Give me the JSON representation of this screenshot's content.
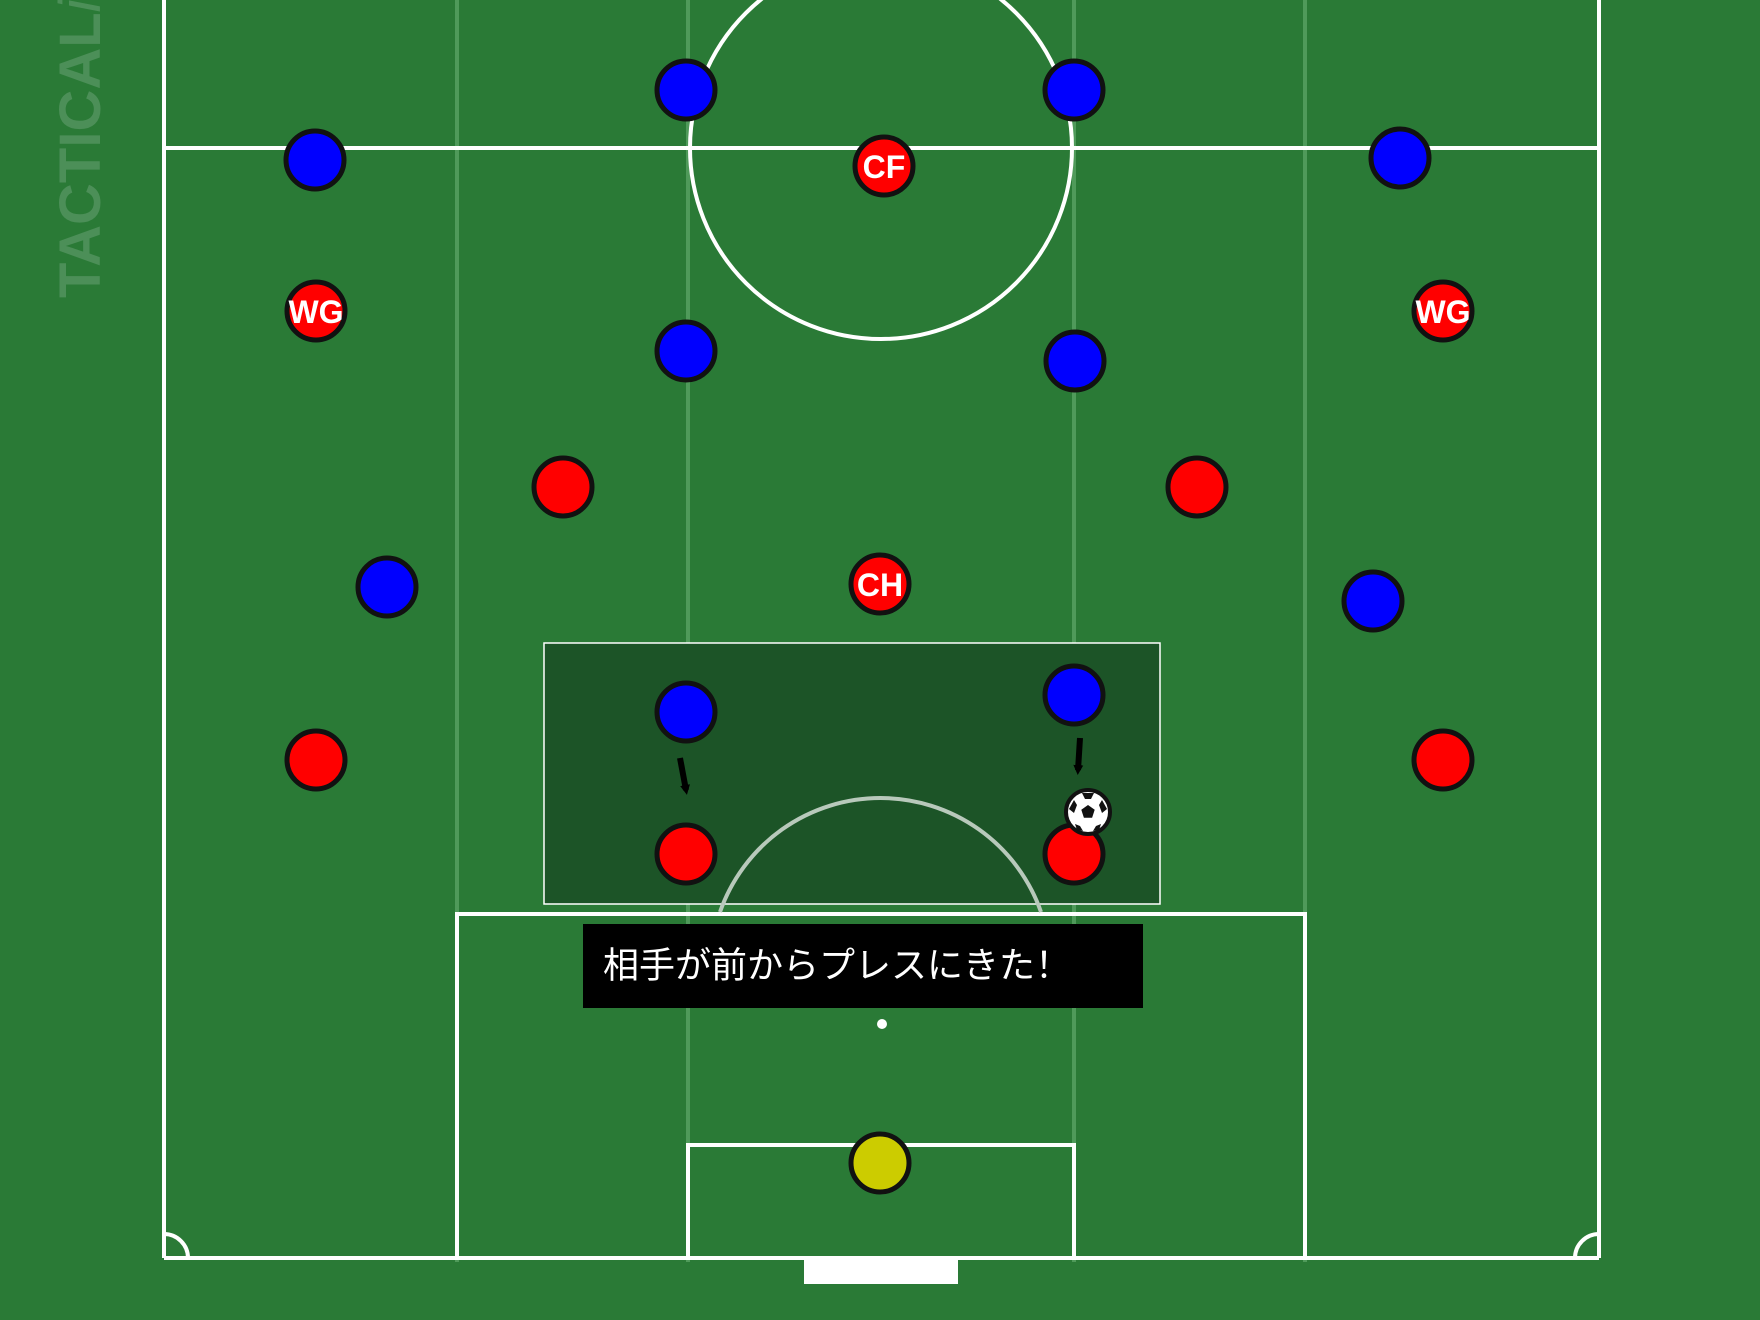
{
  "watermark": {
    "main": "TACTICAL",
    "suffix": "ista"
  },
  "caption": {
    "text": "相手が前からプレスにきた！"
  },
  "colors": {
    "grass": "#2a7a36",
    "lane_line": "#4f9a5a",
    "line": "#ffffff",
    "highlight": "#1c5427",
    "home": "#ff0000",
    "away": "#0000ff",
    "goalkeeper": "#cccc00",
    "outline": "#111111"
  },
  "home_team": [
    {
      "role": "cf",
      "label": "CF"
    },
    {
      "role": "wg-left",
      "label": "WG"
    },
    {
      "role": "wg-right",
      "label": "WG"
    },
    {
      "role": "ch",
      "label": "CH"
    },
    {
      "role": "im-left",
      "label": ""
    },
    {
      "role": "im-right",
      "label": ""
    },
    {
      "role": "fb-left",
      "label": ""
    },
    {
      "role": "fb-right",
      "label": ""
    },
    {
      "role": "cb-left",
      "label": ""
    },
    {
      "role": "cb-right",
      "label": ""
    },
    {
      "role": "gk",
      "label": ""
    }
  ],
  "away_team": [
    {
      "role": "top-left"
    },
    {
      "role": "top-right"
    },
    {
      "role": "wide-top-left"
    },
    {
      "role": "wide-top-right"
    },
    {
      "role": "mid-left"
    },
    {
      "role": "mid-right"
    },
    {
      "role": "wide-mid-left"
    },
    {
      "role": "wide-mid-right"
    },
    {
      "role": "press-left"
    },
    {
      "role": "press-right"
    }
  ],
  "ball": {
    "icon": "soccer-ball-icon",
    "holder": "cb-right"
  },
  "press_arrows": [
    {
      "from": "press-left",
      "to": "cb-left"
    },
    {
      "from": "press-right",
      "to": "cb-right"
    }
  ]
}
